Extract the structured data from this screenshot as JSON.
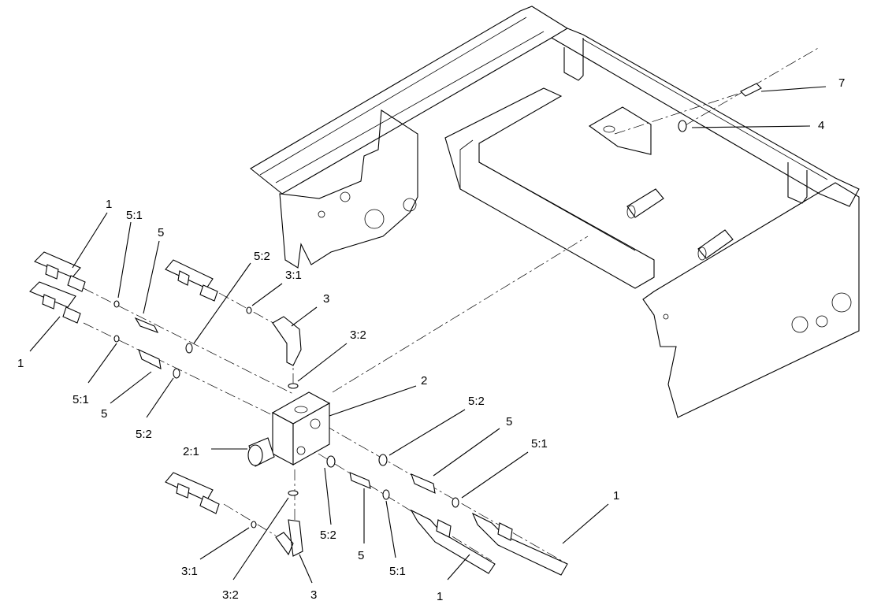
{
  "callouts": [
    {
      "id": "c-7",
      "text": "7"
    },
    {
      "id": "c-4",
      "text": "4"
    },
    {
      "id": "c-1a",
      "text": "1"
    },
    {
      "id": "c-51a",
      "text": "5:1"
    },
    {
      "id": "c-5a",
      "text": "5"
    },
    {
      "id": "c-52a",
      "text": "5:2"
    },
    {
      "id": "c-31a",
      "text": "3:1"
    },
    {
      "id": "c-3a",
      "text": "3"
    },
    {
      "id": "c-32a",
      "text": "3:2"
    },
    {
      "id": "c-1b",
      "text": "1"
    },
    {
      "id": "c-51b",
      "text": "5:1"
    },
    {
      "id": "c-5b",
      "text": "5"
    },
    {
      "id": "c-52b",
      "text": "5:2"
    },
    {
      "id": "c-2",
      "text": "2"
    },
    {
      "id": "c-52c",
      "text": "5:2"
    },
    {
      "id": "c-5c",
      "text": "5"
    },
    {
      "id": "c-51c",
      "text": "5:1"
    },
    {
      "id": "c-21",
      "text": "2:1"
    },
    {
      "id": "c-1c",
      "text": "1"
    },
    {
      "id": "c-52d",
      "text": "5:2"
    },
    {
      "id": "c-5d",
      "text": "5"
    },
    {
      "id": "c-51d",
      "text": "5:1"
    },
    {
      "id": "c-1d",
      "text": "1"
    },
    {
      "id": "c-31b",
      "text": "3:1"
    },
    {
      "id": "c-32b",
      "text": "3:2"
    },
    {
      "id": "c-3b",
      "text": "3"
    }
  ]
}
